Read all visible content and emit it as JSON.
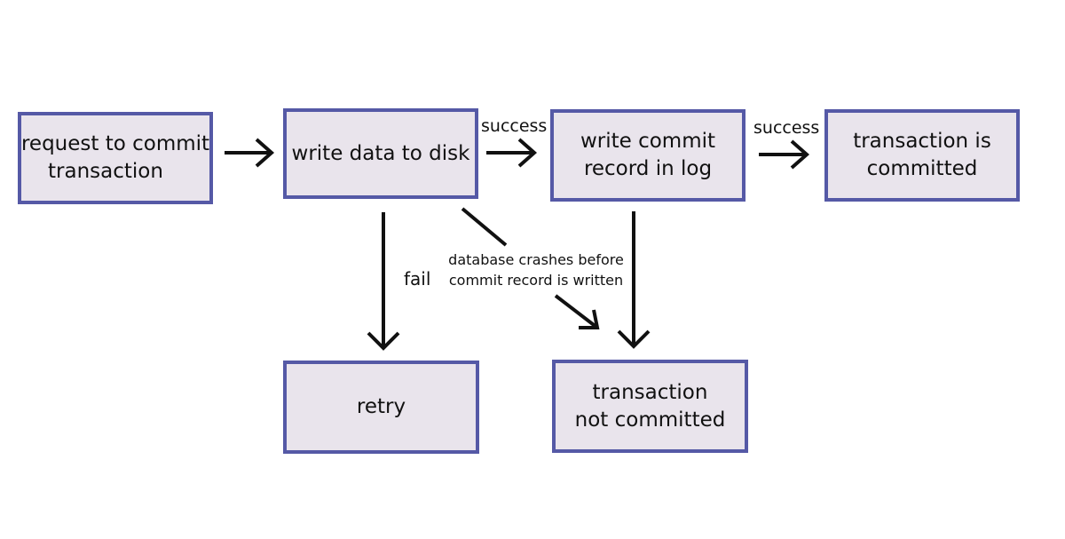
{
  "nodes": {
    "request": {
      "lines": [
        "request to commit",
        "transaction"
      ]
    },
    "write_data": {
      "lines": [
        "write data to disk"
      ]
    },
    "write_commit": {
      "lines": [
        "write commit",
        "record in log"
      ]
    },
    "committed": {
      "lines": [
        "transaction is",
        "committed"
      ]
    },
    "retry": {
      "lines": [
        "retry"
      ]
    },
    "not_committed": {
      "lines": [
        "transaction",
        "not committed"
      ]
    }
  },
  "edges": {
    "success_1": "success",
    "success_2": "success",
    "fail": "fail",
    "crash": [
      "database crashes before",
      "commit record is written"
    ]
  },
  "colors": {
    "box_fill": "#e9e4ec",
    "box_border": "#5559a6",
    "arrow": "#111111"
  }
}
